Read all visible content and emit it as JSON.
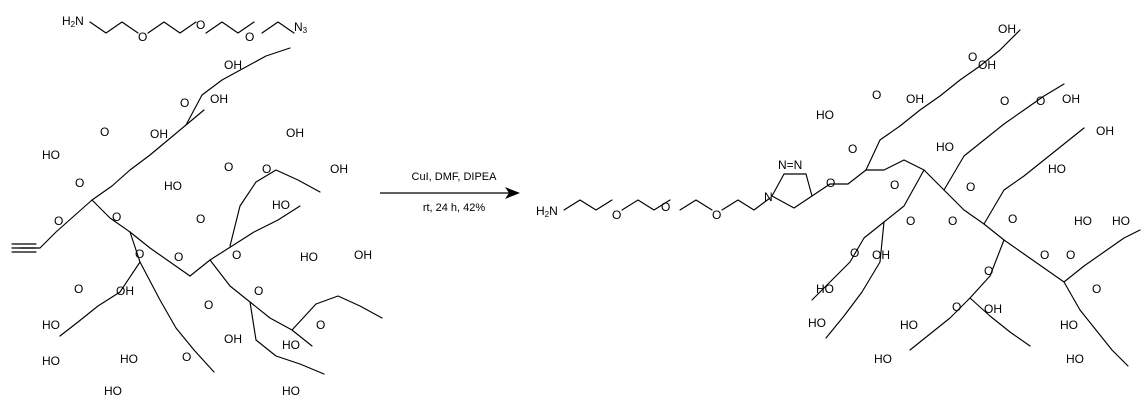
{
  "reaction": {
    "reagent_above": "H2N-(CH2)2-O-(CH2)2-O-(CH2)2-O-(CH2)2-N3",
    "conditions_top": "CuI, DMF, DIPEA",
    "conditions_bottom": "rt, 24 h, 42%"
  },
  "atom_labels": {
    "hydroxyl": "OH",
    "hydroxyl_rev": "HO",
    "ether": "O",
    "amine": "H2N",
    "azide": "N3",
    "triazole_n": "N",
    "triazole_nn": "N=N"
  },
  "colors": {
    "ink": "#000000",
    "background": "#ffffff"
  }
}
